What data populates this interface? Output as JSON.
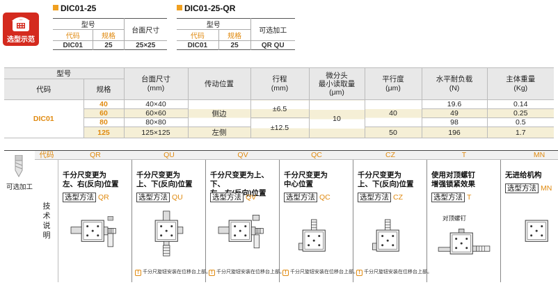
{
  "badge": {
    "label": "选型示范"
  },
  "table1": {
    "title": "DIC01-25",
    "h_model": "型号",
    "h_table_size": "台面尺寸",
    "h_code": "代码",
    "h_spec": "规格",
    "code": "DIC01",
    "spec": "25",
    "size": "25×25"
  },
  "table2": {
    "title": "DIC01-25-QR",
    "h_model": "型号",
    "h_option": "可选加工",
    "h_code": "代码",
    "h_spec": "规格",
    "code": "DIC01",
    "spec": "25",
    "option": "QR  QU"
  },
  "main": {
    "h_model": "型号",
    "h_code": "代码",
    "h_spec": "规格",
    "h_table_size": "台面尺寸\n(mm)",
    "h_drive": "传动位置",
    "h_stroke": "行程\n(mm)",
    "h_micro": "微分头\n最小读取量\n(μm)",
    "h_parallel": "平行度\n(μm)",
    "h_load": "水平耐负载\n(N)",
    "h_weight": "主体重量\n(Kg)",
    "code": "DIC01",
    "rows": [
      {
        "spec": "40",
        "size": "40×40",
        "load": "19.6",
        "weight": "0.14"
      },
      {
        "spec": "60",
        "size": "60×60",
        "load": "49",
        "weight": "0.25"
      },
      {
        "spec": "80",
        "size": "80×80",
        "load": "98",
        "weight": "0.5"
      },
      {
        "spec": "125",
        "size": "125×125",
        "load": "196",
        "weight": "1.7"
      }
    ],
    "drive_side": "侧边",
    "drive_left": "左侧",
    "stroke_a": "±6.5",
    "stroke_b": "±12.5",
    "micro": "10",
    "parallel_a": "40",
    "parallel_b": "50"
  },
  "options": {
    "side_label": "可选加工",
    "h_code": "代码",
    "tech_label": "技术说明",
    "method_label": "选型方法",
    "note": "千分尺旋钮安装在位移台上部。",
    "screw_label": "对顶螺钉",
    "cols": [
      {
        "code": "QR",
        "desc1": "千分尺变更为",
        "desc2": "左、右(反向)位置"
      },
      {
        "code": "QU",
        "desc1": "千分尺变更为",
        "desc2": "上、下(反向)位置"
      },
      {
        "code": "QV",
        "desc1": "千分尺变更为上、下、",
        "desc2": "左、右(反向)位置"
      },
      {
        "code": "QC",
        "desc1": "千分尺变更为",
        "desc2": "中心位置"
      },
      {
        "code": "CZ",
        "desc1": "千分尺变更为",
        "desc2": "上、下(反向)位置"
      },
      {
        "code": "T",
        "desc1": "使用对顶螺钉",
        "desc2": "增强锁紧效果"
      },
      {
        "code": "MN",
        "desc1": "无进给机构",
        "desc2": ""
      }
    ]
  }
}
